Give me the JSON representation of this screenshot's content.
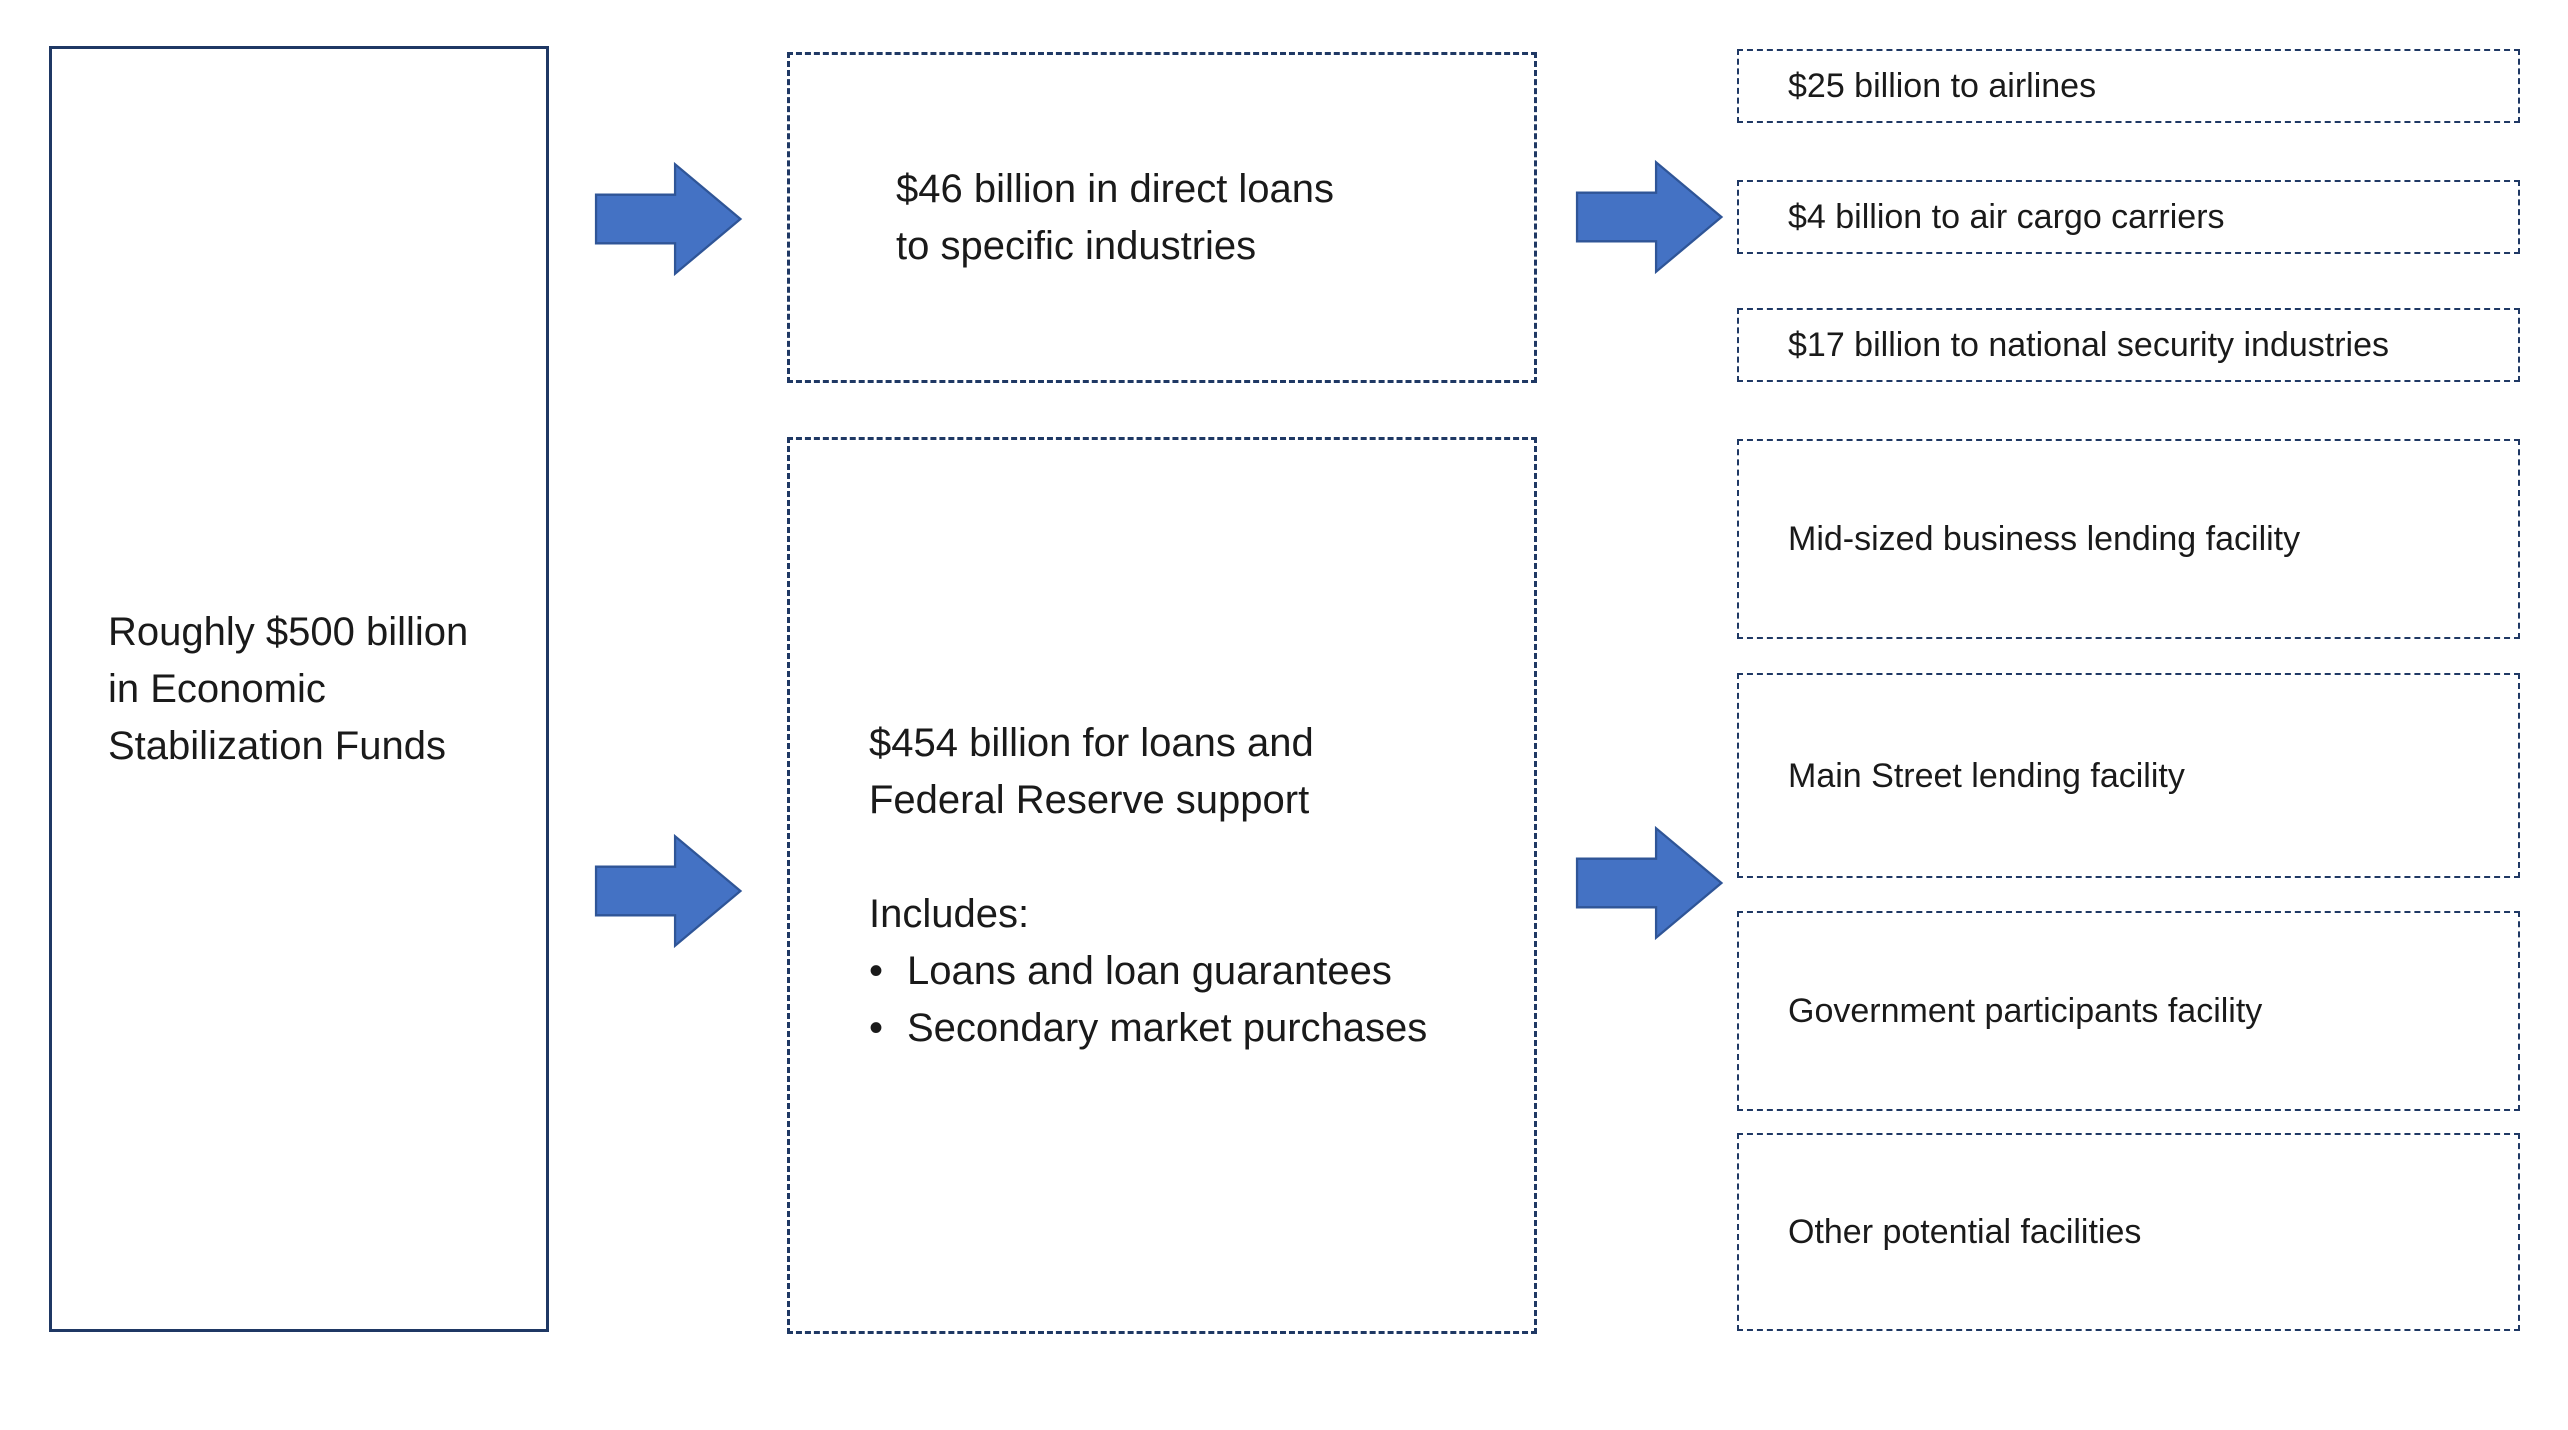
{
  "colors": {
    "arrow_fill": "#4472C4",
    "arrow_stroke": "#2F5597",
    "border": "#1F3864"
  },
  "root_box": {
    "lines": [
      "Roughly $500 billion",
      "in Economic",
      "Stabilization Funds"
    ]
  },
  "direct_loans": {
    "lines": [
      "$46 billion in direct loans",
      "to specific industries"
    ],
    "items": [
      "$25 billion to airlines",
      "$4 billion to air cargo carriers",
      "$17 billion to national security industries"
    ]
  },
  "fed_support": {
    "lines": [
      "$454 billion for loans and",
      "Federal Reserve support"
    ],
    "includes_label": "Includes:",
    "bullet_char": "•",
    "bullets": [
      "Loans and loan guarantees",
      "Secondary market purchases"
    ],
    "items": [
      "Mid-sized business lending facility",
      "Main Street lending facility",
      "Government participants facility",
      "Other potential facilities"
    ]
  }
}
